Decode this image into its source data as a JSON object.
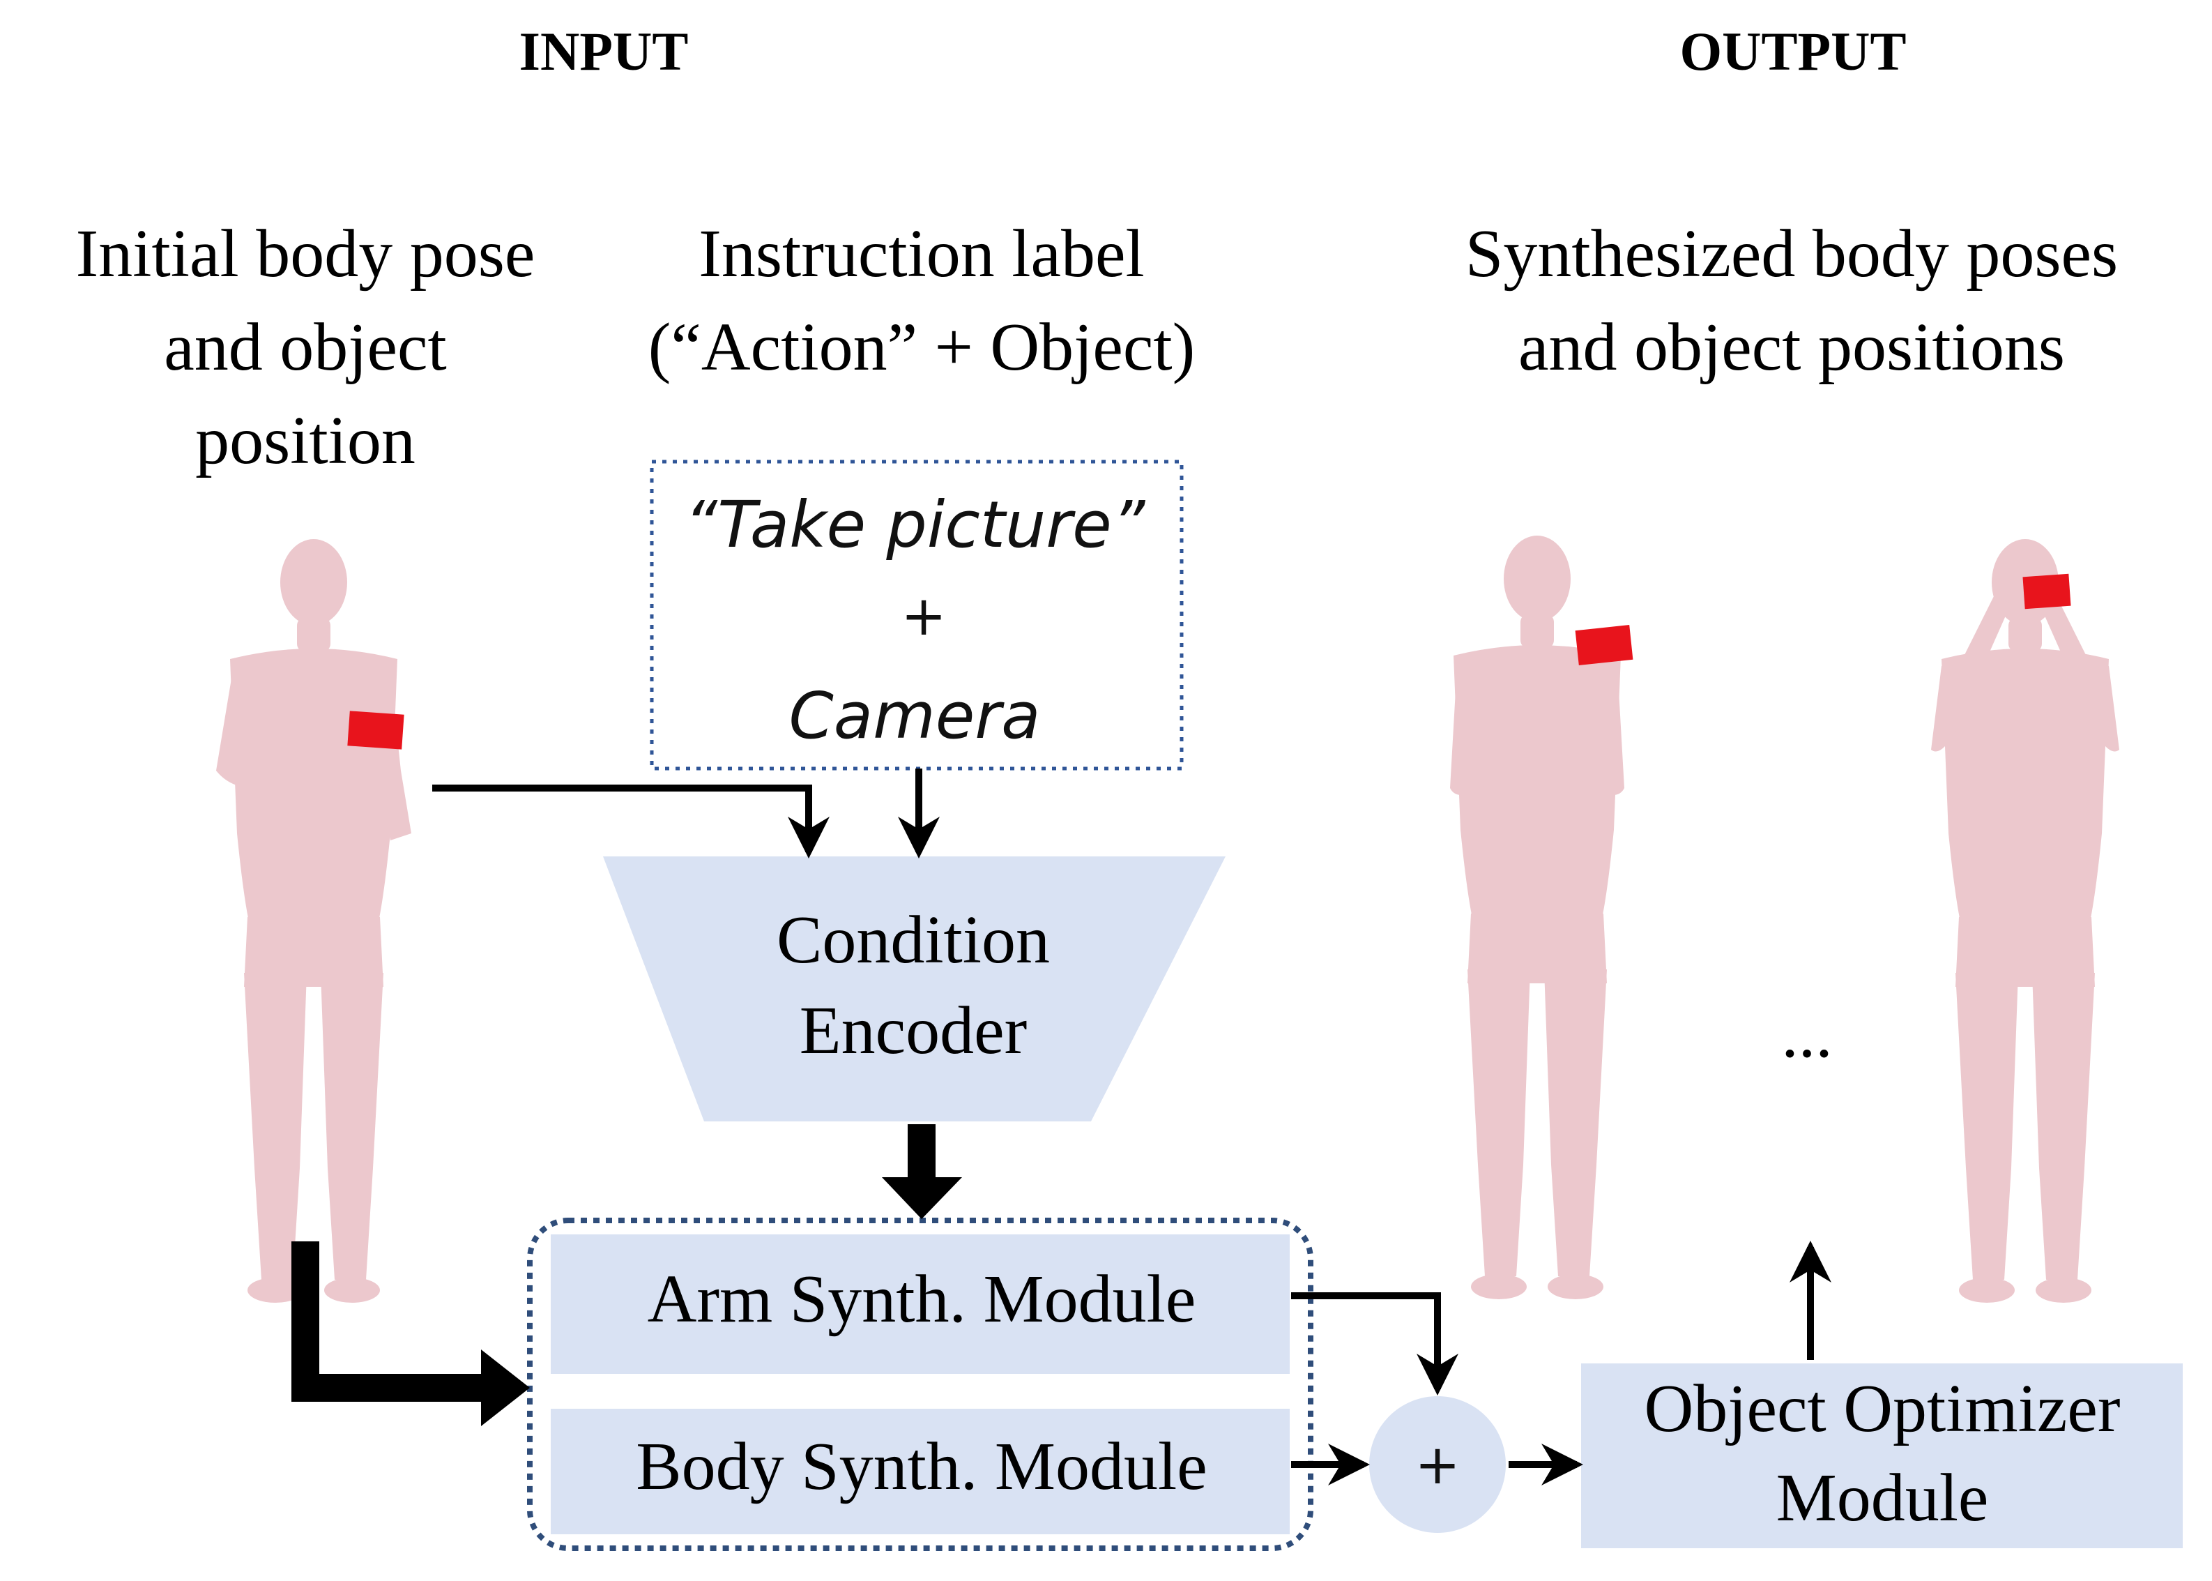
{
  "headers": {
    "input": "INPUT",
    "output": "OUTPUT"
  },
  "input_label": [
    "Initial body pose",
    "and object",
    "position"
  ],
  "instruction_label": [
    "Instruction label",
    "(“Action” + Object)"
  ],
  "instruction_box": {
    "action": "“Take picture”",
    "plus": "+",
    "object": "Camera"
  },
  "output_label": [
    "Synthesized body poses",
    "and object positions"
  ],
  "encoder": [
    "Condition",
    "Encoder"
  ],
  "arm_module": "Arm Synth. Module",
  "body_module": "Body Synth. Module",
  "sum_symbol": "+",
  "optimizer": [
    "Object Optimizer",
    "Module"
  ],
  "ellipsis": "...",
  "colors": {
    "block_fill": "#d9e2f3",
    "dotted_border": "#2f4d7a",
    "object_red": "#e8141c",
    "body_skin": "#ecc8cd"
  }
}
